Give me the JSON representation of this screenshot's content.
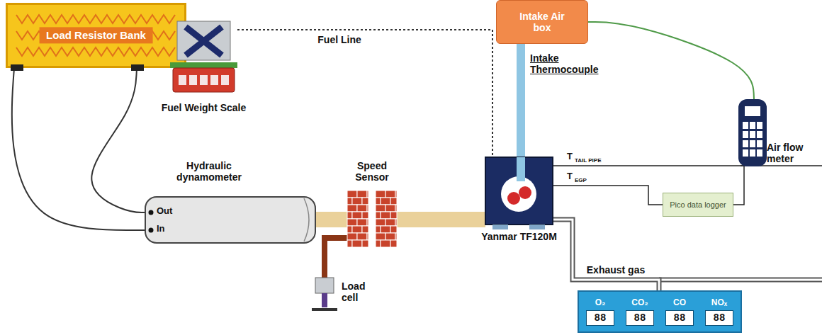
{
  "diagram": {
    "nodes": [
      {
        "text": [
          "Load Resistor Bank"
        ]
      },
      {
        "text": [
          "Fuel Weight Scale"
        ]
      },
      {
        "text": [
          "Intake Air box"
        ]
      },
      {
        "text": [
          "Air flow meter"
        ]
      },
      {
        "text": [
          "Hydraulic dynamometer",
          "Out",
          "In"
        ]
      },
      {
        "text": [
          "Speed Sensor"
        ]
      },
      {
        "text": [
          "Yanmar TF120M"
        ]
      },
      {
        "text": [
          "Pico data logger"
        ]
      },
      {
        "text": [
          "Load cell"
        ]
      },
      {
        "text": [
          "O₂",
          "CO₂",
          "CO",
          "NOₓ",
          "88",
          "88",
          "88",
          "88"
        ]
      }
    ],
    "edges": [
      {
        "from": 0,
        "to": 4,
        "arrow": "none"
      },
      {
        "from": 0,
        "to": 4,
        "arrow": "none"
      },
      {
        "from": 1,
        "to": 6,
        "label": "Fuel Line",
        "arrow": "none"
      },
      {
        "from": 3,
        "to": 2,
        "arrow": "none"
      },
      {
        "from": 2,
        "to": 6,
        "arrow": "none"
      },
      {
        "from": 4,
        "to": 5,
        "arrow": "none"
      },
      {
        "from": 5,
        "to": 6,
        "arrow": "none"
      },
      {
        "from": 5,
        "to": 8,
        "arrow": "none"
      },
      {
        "from": 6,
        "to": 7,
        "arrow": "none"
      },
      {
        "from": 6,
        "to": 7,
        "arrow": "none"
      },
      {
        "from": 6,
        "to": 9,
        "label": "Exhaust gas",
        "arrow": "none"
      }
    ],
    "labels": [
      "Intake Thermocouple",
      "T",
      "TAIL PIPE",
      "T",
      "EGP"
    ]
  }
}
